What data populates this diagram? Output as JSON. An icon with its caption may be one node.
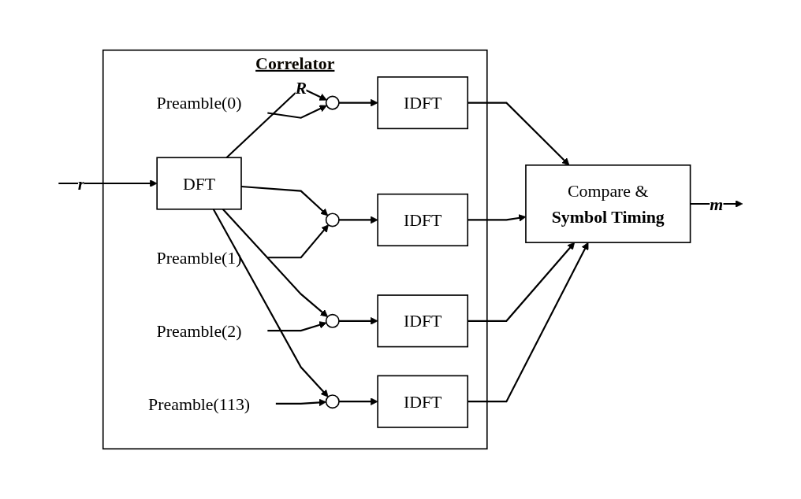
{
  "diagram": {
    "nodes": [
      {
        "text": [
          "Correlator"
        ]
      },
      {
        "text": [
          "DFT"
        ],
        "in": 0
      },
      {
        "text": [
          "Preamble(0)"
        ],
        "in": 0
      },
      {
        "text": [],
        "shape": "circle",
        "in": 0
      },
      {
        "text": [
          "IDFT"
        ],
        "in": 0
      },
      {
        "text": [
          "Preamble(1)"
        ],
        "in": 0
      },
      {
        "text": [],
        "shape": "circle",
        "in": 0
      },
      {
        "text": [
          "IDFT"
        ],
        "in": 0
      },
      {
        "text": [
          "Preamble(2)"
        ],
        "in": 0
      },
      {
        "text": [],
        "shape": "circle",
        "in": 0
      },
      {
        "text": [
          "IDFT"
        ],
        "in": 0
      },
      {
        "text": [
          "Preamble(113)"
        ],
        "in": 0
      },
      {
        "text": [],
        "shape": "circle",
        "in": 0
      },
      {
        "text": [
          "IDFT"
        ],
        "in": 0
      },
      {
        "text": [
          "Compare &",
          "Symbol Timing"
        ]
      }
    ],
    "edges": [
      {
        "from": null,
        "to": 1,
        "arrow": "to",
        "label": "r"
      },
      {
        "from": 1,
        "to": 3,
        "arrow": "to",
        "label": "R"
      },
      {
        "from": 1,
        "to": 6,
        "arrow": "to"
      },
      {
        "from": 1,
        "to": 9,
        "arrow": "to"
      },
      {
        "from": 1,
        "to": 12,
        "arrow": "to"
      },
      {
        "from": 2,
        "to": 3,
        "arrow": "to"
      },
      {
        "from": 5,
        "to": 6,
        "arrow": "to"
      },
      {
        "from": 8,
        "to": 9,
        "arrow": "to"
      },
      {
        "from": 11,
        "to": 12,
        "arrow": "to"
      },
      {
        "from": 3,
        "to": 4,
        "arrow": "to"
      },
      {
        "from": 6,
        "to": 7,
        "arrow": "to"
      },
      {
        "from": 9,
        "to": 10,
        "arrow": "to"
      },
      {
        "from": 12,
        "to": 13,
        "arrow": "to"
      },
      {
        "from": 4,
        "to": 14,
        "arrow": "to"
      },
      {
        "from": 7,
        "to": 14,
        "arrow": "to"
      },
      {
        "from": 10,
        "to": 14,
        "arrow": "to"
      },
      {
        "from": 13,
        "to": 14,
        "arrow": "to"
      },
      {
        "from": 14,
        "to": null,
        "arrow": "to",
        "label": "m"
      }
    ]
  }
}
